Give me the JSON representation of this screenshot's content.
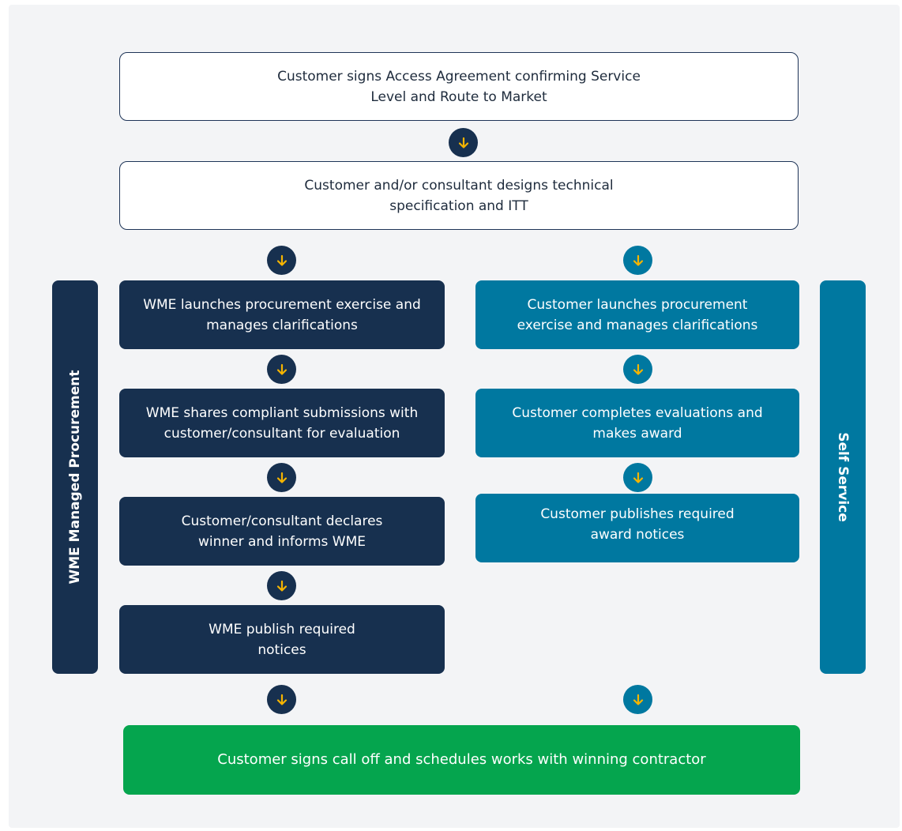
{
  "steps": {
    "access_agreement": "Customer signs Access Agreement confirming Service Level and Route to Market",
    "specification": "Customer and/or consultant designs technical specification and ITT",
    "final": "Customer signs call off and schedules works with winning contractor"
  },
  "managed": {
    "label": "WME Managed Procurement",
    "color": "#17304f",
    "steps": [
      "WME launches procurement exercise and manages clarifications",
      "WME shares compliant submissions with customer/consultant for evaluation",
      "Customer/consultant declares winner and informs WME",
      "WME publish required notices"
    ]
  },
  "self_service": {
    "label": "Self Service",
    "color": "#0078a0",
    "steps": [
      "Customer launches procurement exercise and manages clarifications",
      "Customer completes evaluations and makes award",
      "Customer publishes required award notices"
    ]
  },
  "colors": {
    "arrow": "#f5b400",
    "final": "#05a54e",
    "outline_border": "#1e3457",
    "panel": "#f3f4f6"
  },
  "icons": {
    "connector": "arrow-down-icon"
  }
}
